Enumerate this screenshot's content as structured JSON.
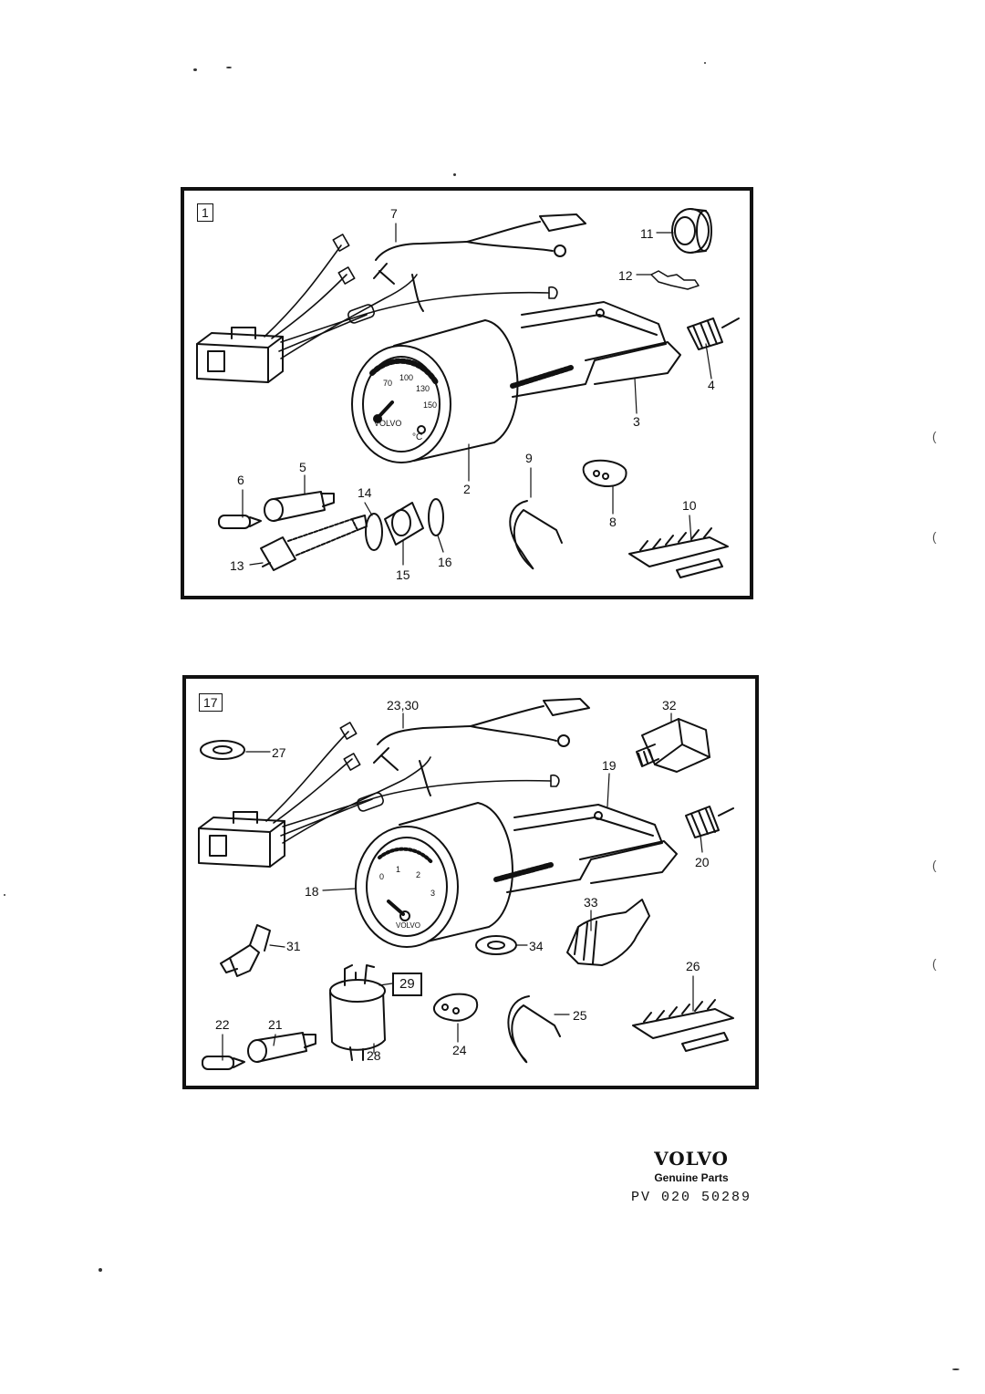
{
  "panels": [
    {
      "id": "1",
      "labels": [
        "7",
        "11",
        "12",
        "4",
        "3",
        "2",
        "9",
        "8",
        "10",
        "6",
        "5",
        "14",
        "13",
        "15",
        "16"
      ],
      "gauge": {
        "brand": "VOLVO",
        "unit": "°C",
        "scale": [
          "70",
          "100",
          "130",
          "150"
        ]
      }
    },
    {
      "id": "17",
      "labels": [
        "23,30",
        "32",
        "27",
        "19",
        "20",
        "18",
        "33",
        "26",
        "31",
        "34",
        "29",
        "22",
        "21",
        "28",
        "24",
        "25"
      ],
      "gauge": {
        "brand": "VOLVO",
        "scale": [
          "0",
          "1",
          "2",
          "3"
        ]
      }
    }
  ],
  "footer": {
    "logo": "VOLVO",
    "subtitle": "Genuine Parts",
    "code": "PV 020 50289"
  },
  "colors": {
    "ink": "#111111",
    "paper": "#ffffff"
  }
}
